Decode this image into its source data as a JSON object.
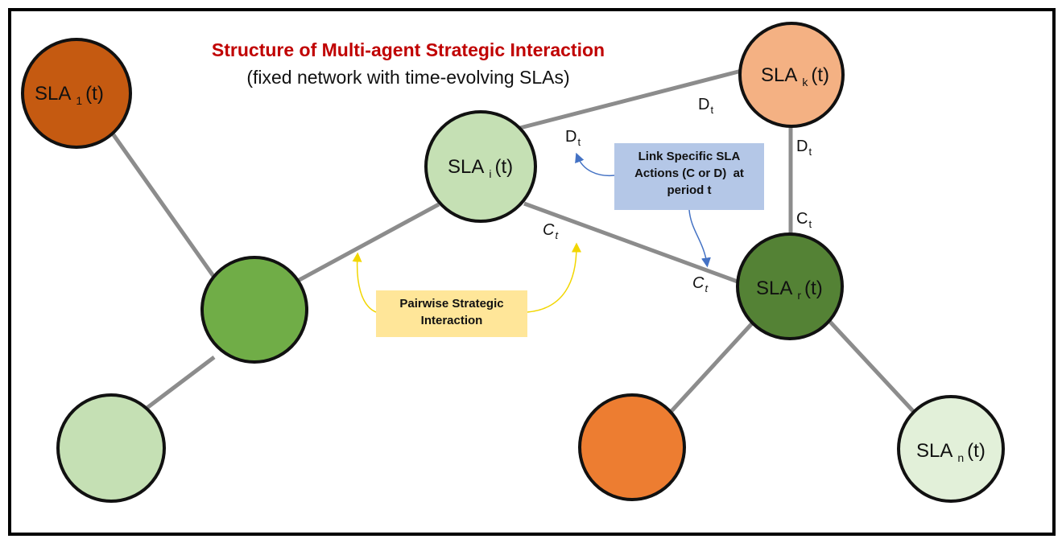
{
  "title": "Structure of Multi-agent Strategic Interaction",
  "subtitle": "(fixed network with time-evolving SLAs)",
  "colors": {
    "title": "#c00000",
    "edge": "#8c8c8c",
    "node_border": "#111111",
    "dark_orange": "#c55a11",
    "orange": "#ed7d31",
    "light_orange": "#f4b183",
    "dark_green": "#548235",
    "mid_green": "#70ad47",
    "light_green": "#c5e0b4",
    "pale_green": "#e2f0d9",
    "callout_yellow": "#ffe699",
    "callout_blue": "#b4c7e7",
    "arrow_yellow": "#f2d600",
    "arrow_blue": "#4472c4"
  },
  "nodes": {
    "sla1": {
      "main": "SLA",
      "sub": "1",
      "tail": "(t)"
    },
    "slai": {
      "main": "SLA",
      "sub": "i",
      "tail": "(t)"
    },
    "slak": {
      "main": "SLA",
      "sub": "k",
      "tail": "(t)"
    },
    "slar": {
      "main": "SLA",
      "sub": "r",
      "tail": "(t)"
    },
    "slan": {
      "main": "SLA",
      "sub": "n",
      "tail": "(t)"
    }
  },
  "edge_labels": {
    "d_ik_right": {
      "main": "D",
      "sub": "t"
    },
    "d_ik_left": {
      "main": "D",
      "sub": "t"
    },
    "d_kr": {
      "main": "D",
      "sub": "t"
    },
    "c_kr": {
      "main": "C",
      "sub": "t"
    },
    "c_ir_left": {
      "main": "C",
      "sub": "t"
    },
    "c_ir_right": {
      "main": "C",
      "sub": "t"
    }
  },
  "callouts": {
    "pairwise_line1": "Pairwise Strategic",
    "pairwise_line2": "Interaction",
    "link_line1": "Link Specific SLA",
    "link_line2": "Actions (C or D)  at",
    "link_line3": "period t"
  }
}
